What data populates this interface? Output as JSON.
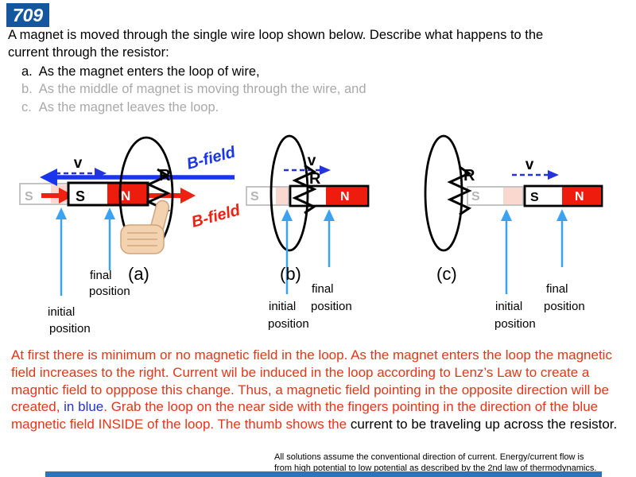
{
  "slide": {
    "number": "709",
    "question": {
      "line1": "A magnet is moved through the single wire loop shown below. Describe what happens to the",
      "line2": "current through the resistor:"
    },
    "items": [
      {
        "label": "a.",
        "text": "As the magnet enters the loop of wire,"
      },
      {
        "label": "b.",
        "text": "As the middle of magnet is moving through the wire, and"
      },
      {
        "label": "c.",
        "text": "As the magnet leaves the loop."
      }
    ]
  },
  "labels": {
    "v": "v",
    "r": "R",
    "s": "S",
    "n": "N",
    "b_field": "B-field",
    "initial": "initial",
    "final": "final",
    "position": "position",
    "caption_a": "(a)",
    "caption_b": "(b)",
    "caption_c": "(c)"
  },
  "explanation": {
    "red_part1": "At first there is minimum or no magnetic field in the loop. As the magnet enters the loop the magnetic field increases to the right. Current wil be induced in the loop according to Lenz’s Law to create a magntic field to opppose this change. Thus, a magnetic field pointing in the opposite direction will be created, ",
    "blue_part": "in blue",
    "red_part2": ". Grab the loop on the near side with the fingers pointing in the direction of the blue magnetic field INSIDE of the loop. The thumb shows the ",
    "black_part": "current to be traveling up across the resistor."
  },
  "footnote": {
    "line1": "All solutions assume the conventional direction of current. Energy/current flow is",
    "line2": "from high potential to low potential as described by the 2nd law of thermodynamics."
  },
  "colors": {
    "badge_blue": "#15579e",
    "text_red": "#e53517",
    "text_blue": "#2433cc",
    "muted_gray": "#a9a9a9",
    "arrow_cyan": "#3aa2f2",
    "bfield_blue": "#1a35ec",
    "bfield_red": "#ee2211",
    "magnet_red": "#ee1c0c",
    "ghost_pink": "#fad8d0",
    "bottom_bar_blue": "#2e73b6"
  }
}
